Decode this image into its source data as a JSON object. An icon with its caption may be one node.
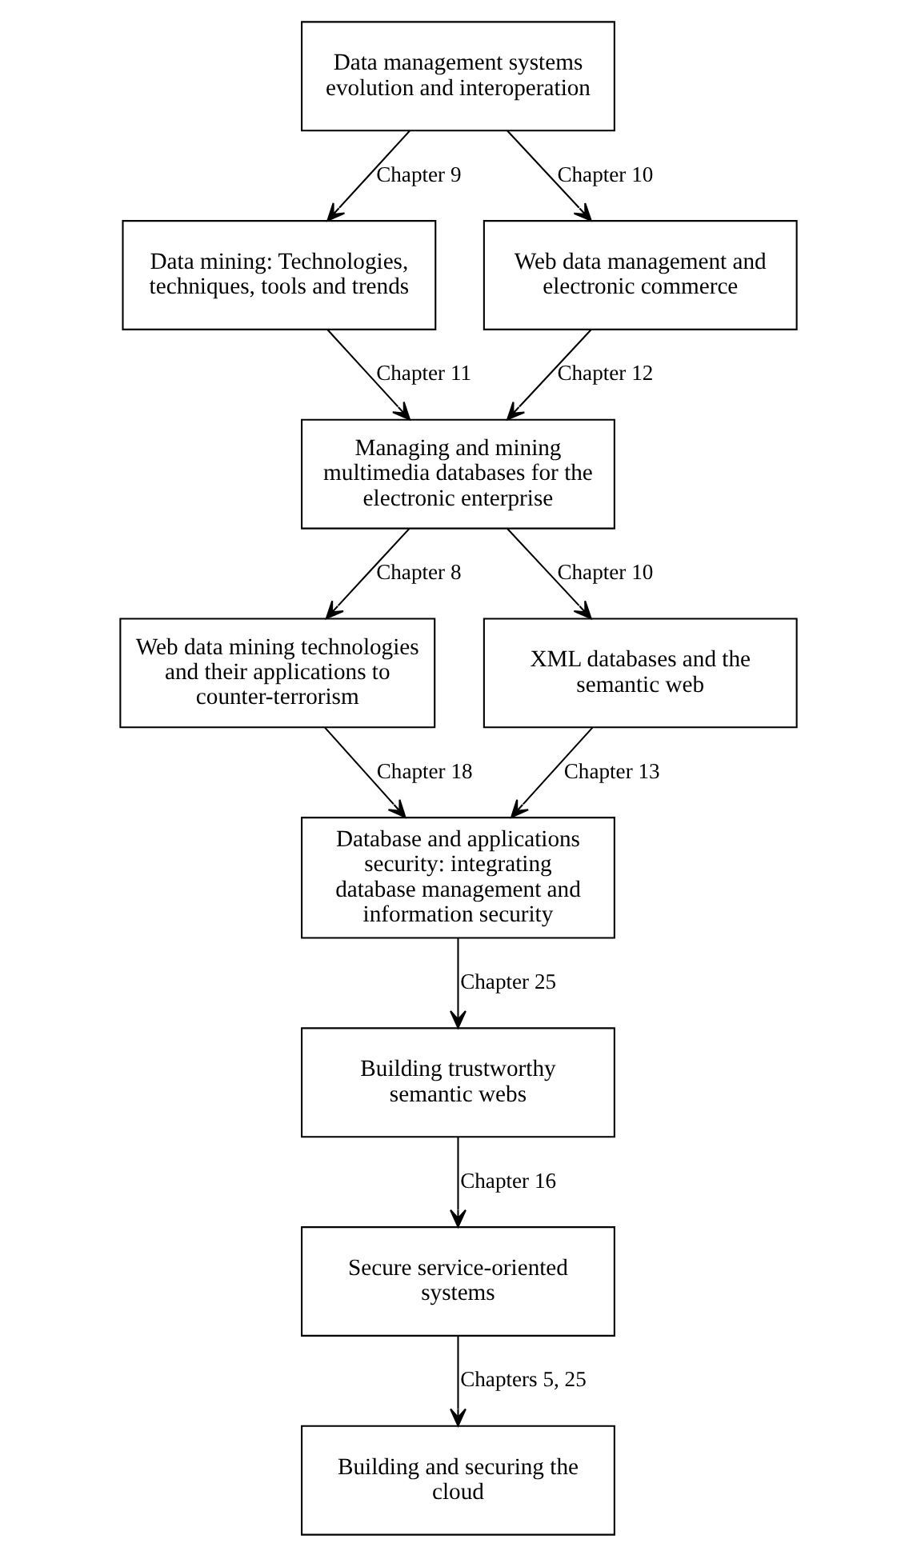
{
  "diagram": {
    "nodes": [
      {
        "text": [
          "Data management systems evolution and interoperation"
        ]
      },
      {
        "text": [
          "Data mining: Technologies, techniques, tools and trends"
        ]
      },
      {
        "text": [
          "Web data management and electronic commerce"
        ]
      },
      {
        "text": [
          "Managing and mining multimedia databases for the electronic enterprise"
        ]
      },
      {
        "text": [
          "Web data mining technologies and their applications to counter-terrorism"
        ]
      },
      {
        "text": [
          "XML databases and the semantic web"
        ]
      },
      {
        "text": [
          "Database and applications security: integrating database management and information security"
        ]
      },
      {
        "text": [
          "Building trustworthy semantic webs"
        ]
      },
      {
        "text": [
          "Secure service-oriented systems"
        ]
      },
      {
        "text": [
          "Building and securing the cloud"
        ]
      }
    ],
    "edges": [
      {
        "from": 0,
        "to": 1,
        "arrow": "to",
        "label": "Chapter 9"
      },
      {
        "from": 0,
        "to": 2,
        "arrow": "to",
        "label": "Chapter 10"
      },
      {
        "from": 1,
        "to": 3,
        "arrow": "to",
        "label": "Chapter 11"
      },
      {
        "from": 2,
        "to": 3,
        "arrow": "to",
        "label": "Chapter 12"
      },
      {
        "from": 3,
        "to": 4,
        "arrow": "to",
        "label": "Chapter 8"
      },
      {
        "from": 3,
        "to": 5,
        "arrow": "to",
        "label": "Chapter 10"
      },
      {
        "from": 4,
        "to": 6,
        "arrow": "to",
        "label": "Chapter 18"
      },
      {
        "from": 5,
        "to": 6,
        "arrow": "to",
        "label": "Chapter 13"
      },
      {
        "from": 6,
        "to": 7,
        "arrow": "to",
        "label": "Chapter 25"
      },
      {
        "from": 7,
        "to": 8,
        "arrow": "to",
        "label": "Chapter 16"
      },
      {
        "from": 8,
        "to": 9,
        "arrow": "to",
        "label": "Chapters 5, 25"
      }
    ]
  }
}
